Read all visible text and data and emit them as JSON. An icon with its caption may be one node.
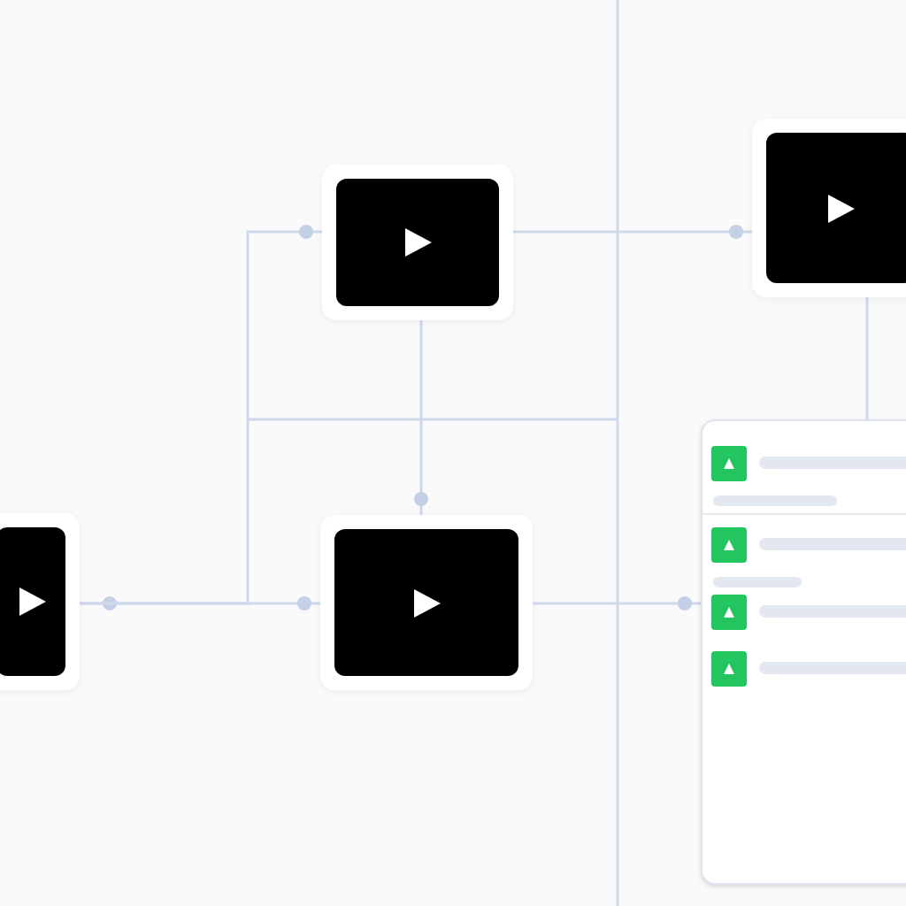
{
  "diagram": {
    "nodes": [
      {
        "text": [],
        "shape": "box"
      },
      {
        "text": [],
        "shape": "box"
      },
      {
        "text": [],
        "shape": "box"
      },
      {
        "text": [],
        "shape": "box"
      },
      {
        "text": [],
        "shape": "box"
      }
    ],
    "edges": [
      {
        "from": 0,
        "to": 2,
        "arrow": "other"
      },
      {
        "from": 0,
        "to": 1,
        "arrow": "other"
      },
      {
        "from": 1,
        "to": 2,
        "arrow": "other"
      },
      {
        "from": 1,
        "to": 3,
        "arrow": "other"
      },
      {
        "from": 3,
        "to": 4,
        "arrow": "none"
      },
      {
        "from": 2,
        "to": 4,
        "arrow": "other"
      }
    ]
  }
}
